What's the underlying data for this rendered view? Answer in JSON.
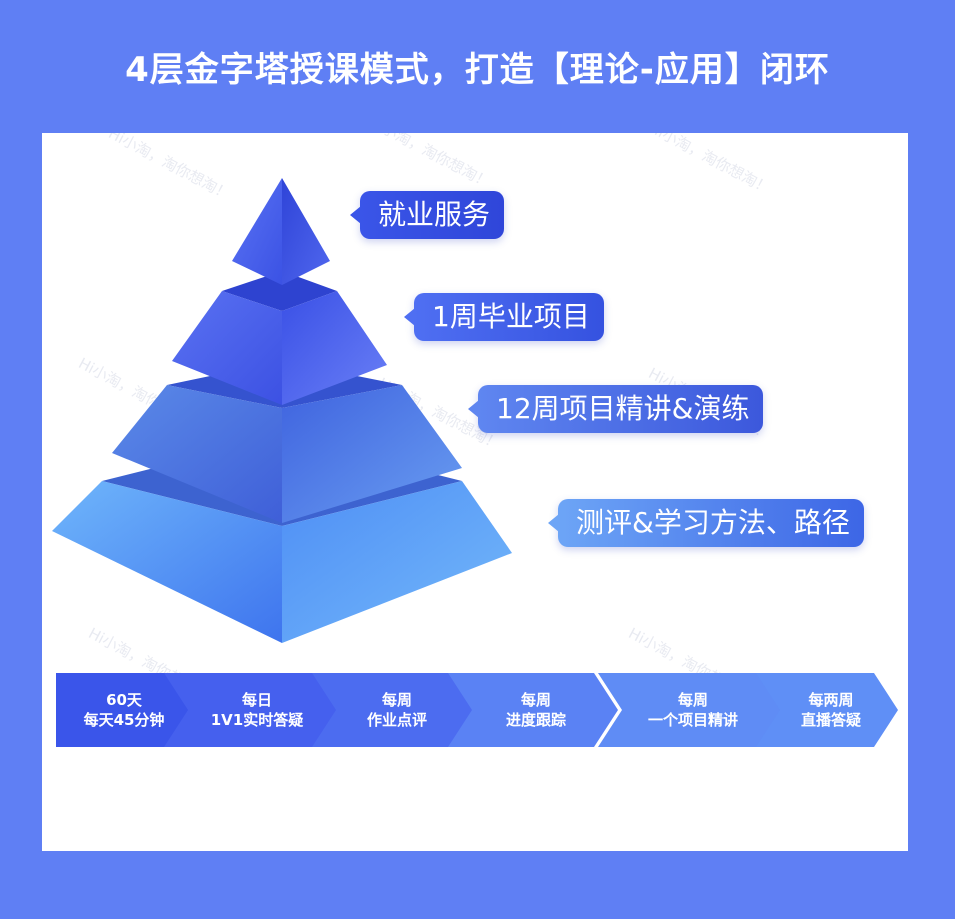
{
  "title": "4层金字塔授课模式，打造【理论-应用】闭环",
  "pyramid_labels": [
    "就业服务",
    "1周毕业项目",
    "12周项目精讲&演练",
    "测评&学习方法、路径"
  ],
  "steps": [
    {
      "line1": "60天",
      "line2": "每天45分钟"
    },
    {
      "line1": "每日",
      "line2": "1V1实时答疑"
    },
    {
      "line1": "每周",
      "line2": "作业点评"
    },
    {
      "line1": "每周",
      "line2": "进度跟踪"
    },
    {
      "line1": "每周",
      "line2": "一个项目精讲"
    },
    {
      "line1": "每两周",
      "line2": "直播答疑"
    }
  ],
  "watermark": "Hi小淘，淘你想淘！",
  "colors": {
    "background": "#5f7ff4",
    "panel": "#ffffff",
    "accent": "#3a55e8"
  }
}
